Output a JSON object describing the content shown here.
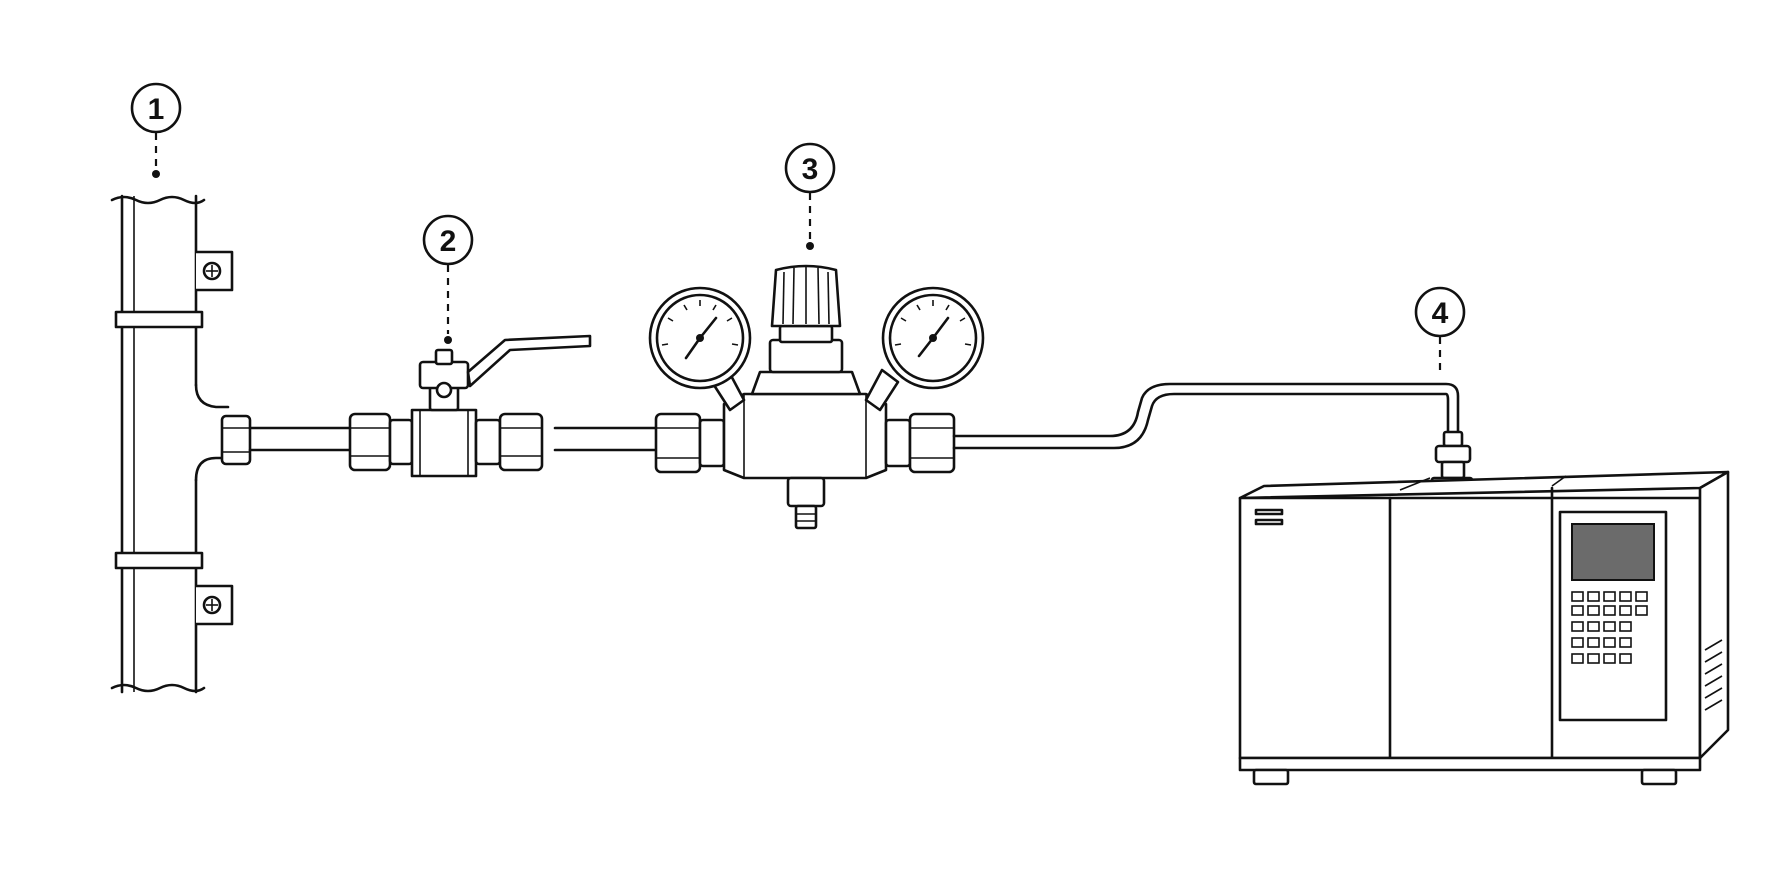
{
  "callouts": [
    {
      "label": "1"
    },
    {
      "label": "2"
    },
    {
      "label": "3"
    },
    {
      "label": "4"
    }
  ],
  "colors": {
    "line": "#111111",
    "background": "#ffffff",
    "display": "#6b6b6b"
  }
}
